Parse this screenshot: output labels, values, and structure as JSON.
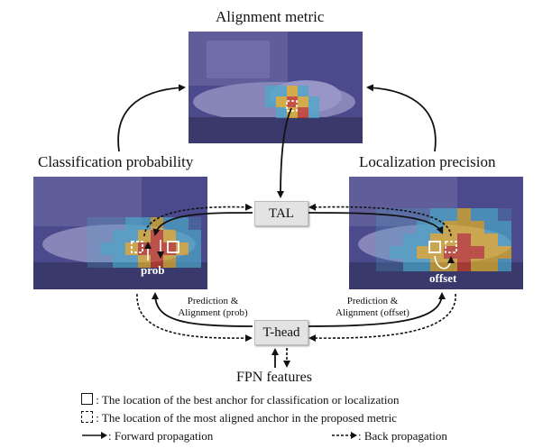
{
  "titles": {
    "alignment": "Alignment metric",
    "classification": "Classification probability",
    "localization": "Localization precision"
  },
  "boxes": {
    "tal": "TAL",
    "thead": "T-head"
  },
  "image_labels": {
    "prob": "prob",
    "offset": "offset"
  },
  "edge_labels": {
    "pred_prob": [
      "Prediction &",
      "Alignment (prob)"
    ],
    "pred_offset": [
      "Prediction &",
      "Alignment (offset)"
    ]
  },
  "fpn": "FPN features",
  "legend": {
    "solid_square": ": The location of the best anchor for classification or localization",
    "dashed_square": ": The location of the most aligned anchor in the proposed metric",
    "forward": ": Forward propagation",
    "back": ": Back propagation"
  },
  "colors": {
    "photo_tint": "#4b4a8c",
    "heat_hot": "#d23a1c",
    "heat_warm": "#e6b322",
    "heat_cool": "#4aa8c8",
    "box_fill": "#e3e3e3"
  }
}
